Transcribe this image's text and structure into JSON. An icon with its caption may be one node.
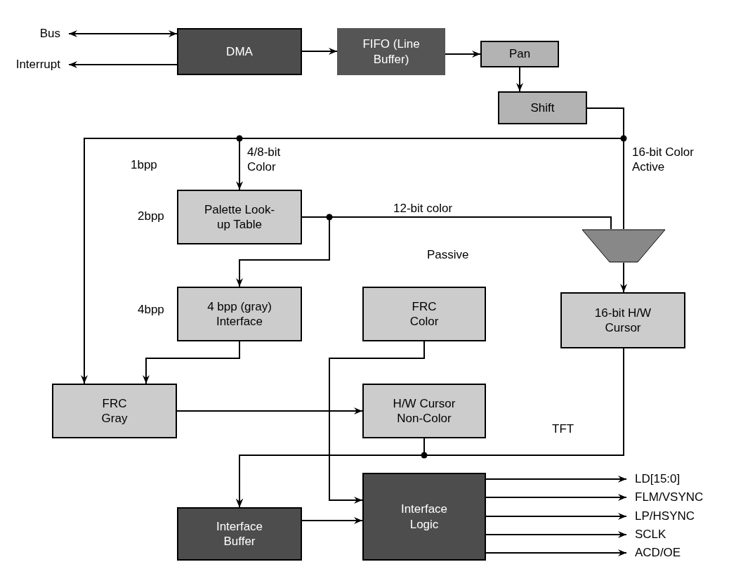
{
  "diagram": {
    "nodes": [
      {
        "text": [
          "DMA"
        ]
      },
      {
        "text": [
          "FIFO (Line Buffer)"
        ]
      },
      {
        "text": [
          "Pan"
        ]
      },
      {
        "text": [
          "Shift"
        ]
      },
      {
        "text": [
          "Palette Look-up Table"
        ]
      },
      {
        "text": [],
        "shape": "trapezoid"
      },
      {
        "text": [
          "4 bpp (gray) Interface"
        ]
      },
      {
        "text": [
          "FRC Color"
        ]
      },
      {
        "text": [
          "16-bit H/W Cursor"
        ]
      },
      {
        "text": [
          "FRC Gray"
        ]
      },
      {
        "text": [
          "H/W Cursor Non-Color"
        ]
      },
      {
        "text": [
          "Interface Logic"
        ]
      },
      {
        "text": [
          "Interface Buffer"
        ]
      },
      {
        "text": [
          "Bus"
        ]
      },
      {
        "text": [
          "Interrupt"
        ]
      },
      {
        "text": [
          "LD[15:0]"
        ]
      },
      {
        "text": [
          "FLM/VSYNC"
        ]
      },
      {
        "text": [
          "LP/HSYNC"
        ]
      },
      {
        "text": [
          "SCLK"
        ]
      },
      {
        "text": [
          "ACD/OE"
        ]
      }
    ],
    "edges": [
      {
        "from": 0,
        "to": 13,
        "arrow": "both"
      },
      {
        "from": 0,
        "to": 14,
        "arrow": "to"
      },
      {
        "from": 0,
        "to": 1,
        "arrow": "to"
      },
      {
        "from": 1,
        "to": 2,
        "arrow": "to"
      },
      {
        "from": 2,
        "to": 3,
        "arrow": "to"
      },
      {
        "from": 3,
        "to": 4,
        "arrow": "to",
        "label": "4/8-bit Color"
      },
      {
        "from": 3,
        "to": 9,
        "arrow": "to"
      },
      {
        "from": 3,
        "to": 5,
        "arrow": "none",
        "label": "16-bit Color Active"
      },
      {
        "from": 4,
        "to": 5,
        "arrow": "none",
        "label": "12-bit color"
      },
      {
        "from": 4,
        "to": 6,
        "arrow": "to"
      },
      {
        "from": 6,
        "to": 9,
        "arrow": "to"
      },
      {
        "from": 9,
        "to": 10,
        "arrow": "to"
      },
      {
        "from": 7,
        "to": 11,
        "arrow": "to"
      },
      {
        "from": 5,
        "to": 8,
        "arrow": "to"
      },
      {
        "from": 8,
        "to": 12,
        "arrow": "to"
      },
      {
        "from": 10,
        "to": 12,
        "arrow": "to"
      },
      {
        "from": 12,
        "to": 11,
        "arrow": "to"
      },
      {
        "from": 11,
        "to": 15,
        "arrow": "to"
      },
      {
        "from": 11,
        "to": 16,
        "arrow": "to"
      },
      {
        "from": 11,
        "to": 17,
        "arrow": "to"
      },
      {
        "from": 11,
        "to": 18,
        "arrow": "to"
      },
      {
        "from": 11,
        "to": 19,
        "arrow": "to"
      }
    ],
    "labels": [
      "1bpp",
      "2bpp",
      "4bpp",
      "Passive",
      "TFT"
    ]
  }
}
